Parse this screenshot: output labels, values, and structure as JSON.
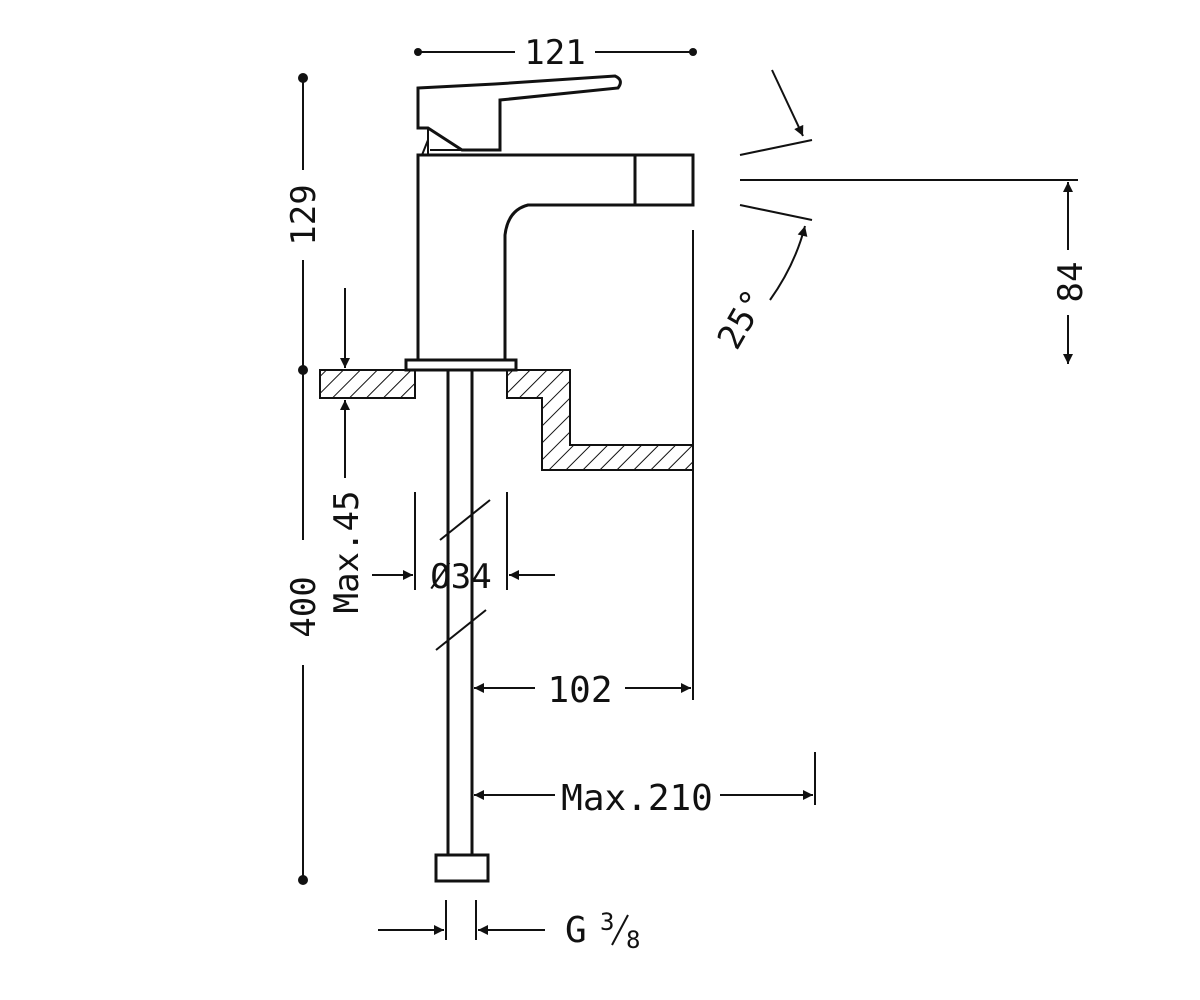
{
  "drawing": {
    "dimensions": {
      "top_width": "121",
      "body_height": "129",
      "total_height": "400",
      "deck_thickness_max": "Max.45",
      "hole_diameter": "Ø34",
      "spout_reach": "102",
      "hose_reach_max": "Max.210",
      "connection_thread": "G",
      "thread_numerator": "3",
      "thread_denominator": "8",
      "spout_angle": "25°",
      "spout_height": "84"
    },
    "colors": {
      "line": "#111111",
      "background": "#ffffff"
    }
  }
}
